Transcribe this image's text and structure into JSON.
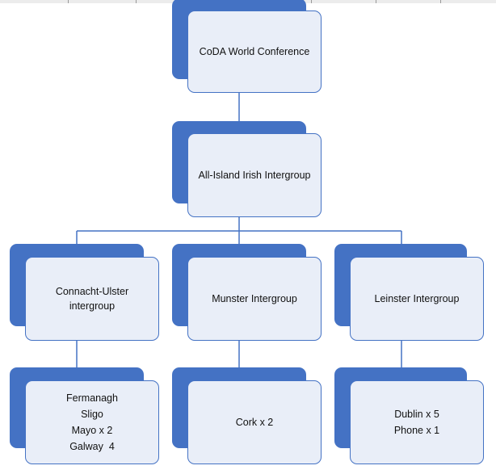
{
  "diagram": {
    "root": {
      "label": "CoDA World Conference"
    },
    "intergroup": {
      "label": "All-Island Irish Intergroup"
    },
    "regions": [
      {
        "label_lines": [
          "Connacht-Ulster",
          "intergroup"
        ],
        "meetings_lines": [
          "Fermanagh",
          "Sligo",
          "Mayo x 2",
          "Galway  4"
        ]
      },
      {
        "label_lines": [
          "Munster Intergroup"
        ],
        "meetings_lines": [
          "Cork x 2"
        ]
      },
      {
        "label_lines": [
          "Leinster Intergroup"
        ],
        "meetings_lines": [
          "Dublin x 5",
          "Phone x 1"
        ]
      }
    ]
  },
  "colors": {
    "accent": "#4472c4",
    "box_fill": "#e9eef8"
  }
}
